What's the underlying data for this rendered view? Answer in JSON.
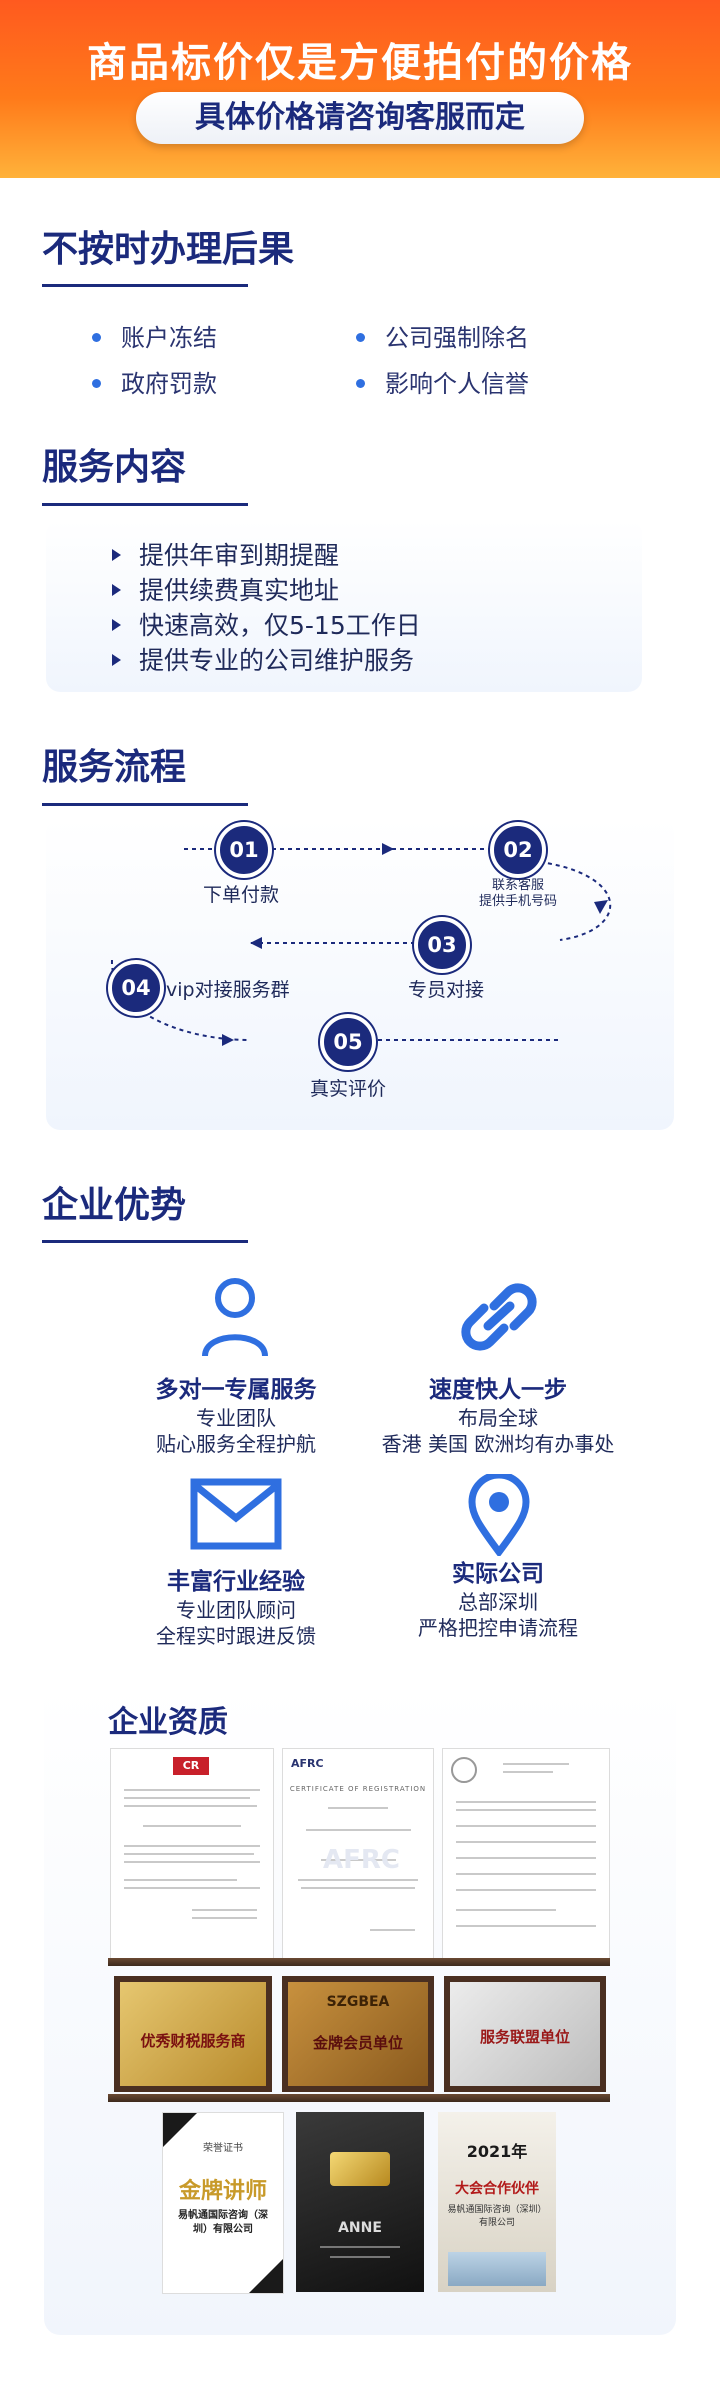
{
  "hero": {
    "title": "商品标价仅是方便拍付的价格",
    "subtitle": "具体价格请咨询客服而定"
  },
  "consequences": {
    "title": "不按时办理后果",
    "items": [
      "账户冻结",
      "公司强制除名",
      "政府罚款",
      "影响个人信誉"
    ]
  },
  "services": {
    "title": "服务内容",
    "items": [
      "提供年审到期提醒",
      "提供续费真实地址",
      "快速高效，仅5-15工作日",
      "提供专业的公司维护服务"
    ]
  },
  "process": {
    "title": "服务流程",
    "steps": [
      {
        "num": "01",
        "label": "下单付款"
      },
      {
        "num": "02",
        "label": "联系客服",
        "label2": "提供手机号码"
      },
      {
        "num": "03",
        "label": "专员对接"
      },
      {
        "num": "04",
        "label": "vip对接服务群"
      },
      {
        "num": "05",
        "label": "真实评价"
      }
    ]
  },
  "advantages": {
    "title": "企业优势",
    "items": [
      {
        "icon": "person-icon",
        "title": "多对一专属服务",
        "line1": "专业团队",
        "line2": "贴心服务全程护航"
      },
      {
        "icon": "link-icon",
        "title": "速度快人一步",
        "line1": "布局全球",
        "line2": "香港 美国 欧洲均有办事处"
      },
      {
        "icon": "mail-icon",
        "title": "丰富行业经验",
        "line1": "专业团队顾问",
        "line2": "全程实时跟进反馈"
      },
      {
        "icon": "location-pin-icon",
        "title": "实际公司",
        "line1": "总部深圳",
        "line2": "严格把控申请流程"
      }
    ]
  },
  "qualifications": {
    "title": "企业资质",
    "docs": [
      {
        "name": "cert-cr-doc"
      },
      {
        "name": "cert-afrc-doc",
        "logo": "AFRC",
        "heading": "CERTIFICATE OF REGISTRATION"
      },
      {
        "name": "cert-registrar-doc"
      }
    ],
    "plaques": [
      {
        "text": "优秀财税服务商",
        "style": "gold"
      },
      {
        "logo": "SZGBEA",
        "text": "金牌会员单位",
        "style": "bronze"
      },
      {
        "text": "服务联盟单位",
        "style": "silver"
      }
    ],
    "awards": [
      {
        "top": "荣誉证书",
        "big": "金牌讲师",
        "org": "易帆通国际咨询（深圳）有限公司"
      },
      {
        "name": "ANNE"
      },
      {
        "year": "2021年",
        "big": "大会合作伙伴",
        "org": "易帆通国际咨询（深圳）有限公司"
      }
    ]
  },
  "colors": {
    "brand": "#1b2a7c",
    "accent": "#ff6a1a",
    "dot": "#2f6fe0"
  }
}
